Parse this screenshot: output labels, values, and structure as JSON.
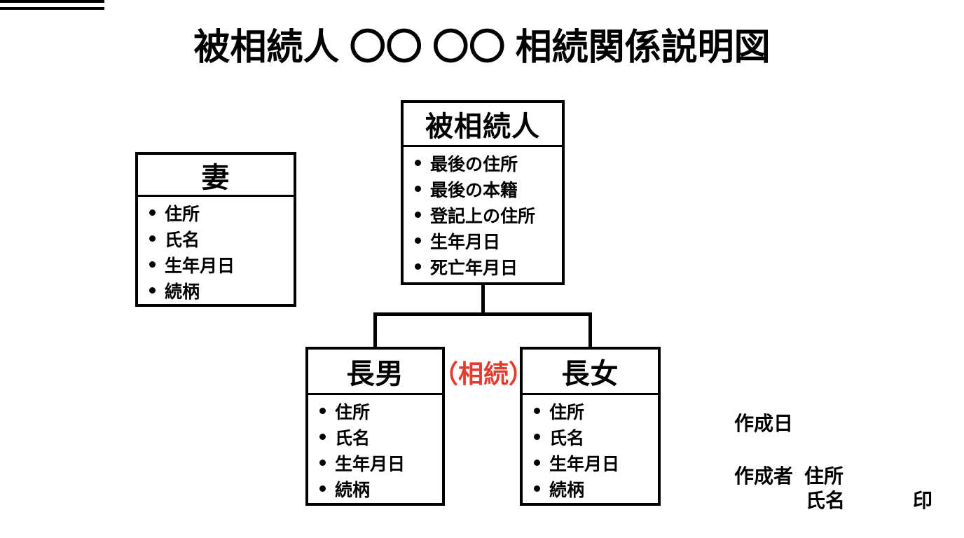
{
  "title": "被相続人 〇〇 〇〇 相続関係説明図",
  "colors": {
    "accent_red": "#e73a2f",
    "ink": "#000000",
    "background": "#ffffff"
  },
  "boxes": {
    "deceased": {
      "title": "被相続人",
      "items": [
        "最後の住所",
        "最後の本籍",
        "登記上の住所",
        "生年月日",
        "死亡年月日"
      ]
    },
    "wife": {
      "title": "妻",
      "items": [
        "住所",
        "氏名",
        "生年月日",
        "続柄"
      ]
    },
    "eldest_son": {
      "title": "長男",
      "items": [
        "住所",
        "氏名",
        "生年月日",
        "続柄"
      ]
    },
    "eldest_daughter": {
      "title": "長女",
      "items": [
        "住所",
        "氏名",
        "生年月日",
        "続柄"
      ]
    }
  },
  "annotations": {
    "inheritance_label": "（相続）"
  },
  "footer": {
    "created_date_label": "作成日",
    "author_label": "作成者",
    "address_label": "住所",
    "name_label": "氏名",
    "seal_label": "印"
  }
}
